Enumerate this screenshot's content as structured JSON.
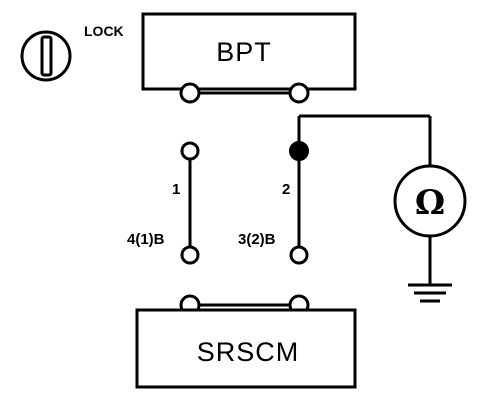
{
  "key_switch": {
    "icon": "key-cylinder-icon",
    "label": "LOCK"
  },
  "bpt": {
    "label": "BPT"
  },
  "srscm": {
    "label": "SRSCM"
  },
  "connector_a": {
    "wire_label": "1",
    "terminal_label": "4(1)B"
  },
  "connector_b": {
    "wire_label": "2",
    "terminal_label": "3(2)B"
  },
  "meter": {
    "symbol": "Ω",
    "icon": "ohmmeter-icon"
  },
  "ground": {
    "icon": "ground-icon"
  }
}
